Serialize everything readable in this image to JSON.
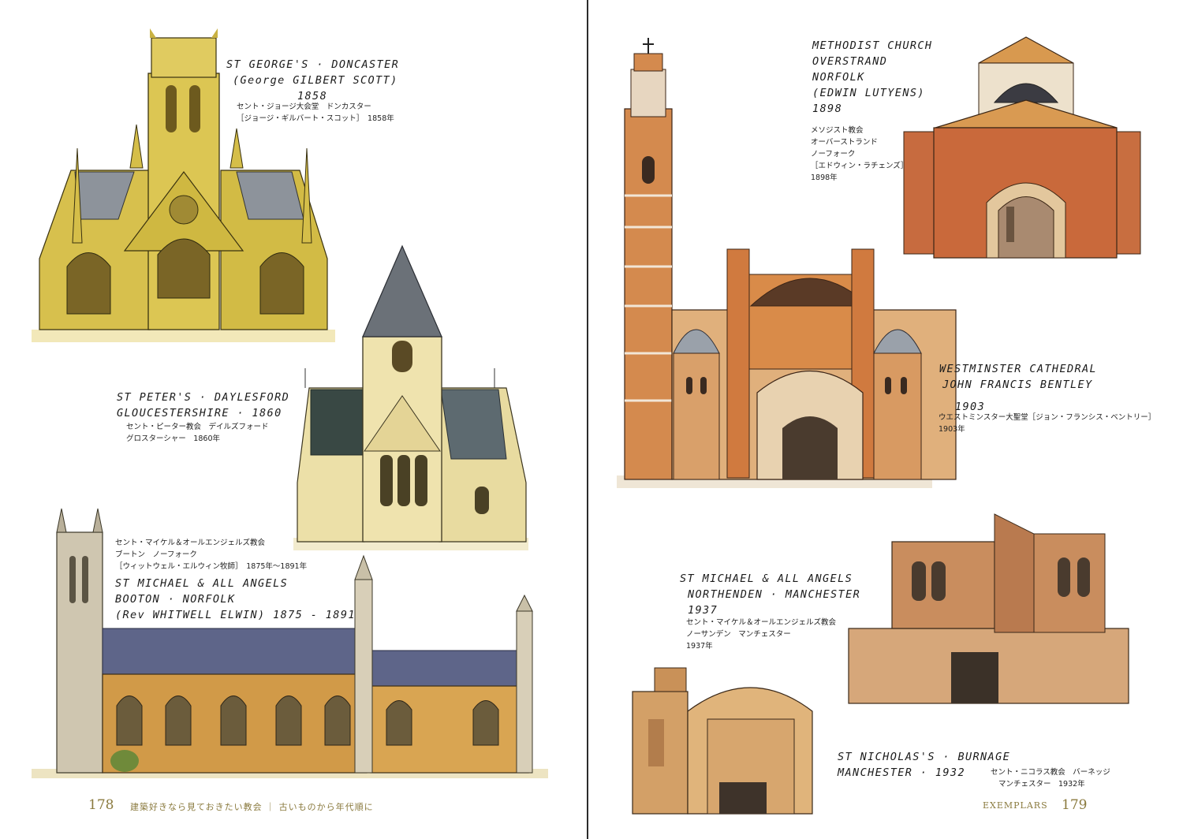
{
  "colors": {
    "folio": "#8a7a3e",
    "gutter": "#2b2b2b",
    "ink": "#1b1b1b"
  },
  "left_page": {
    "folio_number": "178",
    "running_head": "建築好きなら見ておきたい教会 ｜ 古いものから年代順に",
    "captions": {
      "st_george": {
        "hand": [
          "ST GEORGE'S · DONCASTER",
          "(George GILBERT SCOTT)",
          "1858"
        ],
        "jp": [
          "セント・ジョージ大会堂　ドンカスター",
          "［ジョージ・ギルバート・スコット］　1858年"
        ]
      },
      "st_peter": {
        "hand": [
          "ST PETER'S · DAYLESFORD",
          "GLOUCESTERSHIRE · 1860"
        ],
        "jp": [
          "セント・ピーター教会　デイルズフォード",
          "グロスターシャー　1860年"
        ]
      },
      "st_michael_booton": {
        "jp": [
          "セント・マイケル＆オールエンジェルズ教会",
          "ブートン　ノーフォーク",
          "［ウィットウェル・エルウィン牧師］　1875年～1891年"
        ],
        "hand": [
          "ST MICHAEL & ALL ANGELS",
          "BOOTON · NORFOLK",
          "(Rev WHITWELL ELWIN) 1875 - 1891"
        ]
      }
    }
  },
  "right_page": {
    "folio_number": "179",
    "running_head": "EXEMPLARS",
    "captions": {
      "methodist": {
        "hand": [
          "METHODIST CHURCH",
          "OVERSTRAND",
          "NORFOLK",
          "(EDWIN LUTYENS)",
          "1898"
        ],
        "jp": [
          "メソジスト教会",
          "オーバーストランド",
          "ノーフォーク",
          "［エドウィン・ラチェンズ］",
          "1898年"
        ]
      },
      "westminster": {
        "hand": [
          "WESTMINSTER CATHEDRAL",
          "JOHN FRANCIS BENTLEY",
          "1903"
        ],
        "jp": [
          "ウエストミンスター大聖堂［ジョン・フランシス・ベントリー］",
          "1903年"
        ]
      },
      "st_michael_northenden": {
        "hand": [
          "ST MICHAEL & ALL ANGELS",
          "NORTHENDEN · MANCHESTER",
          "1937"
        ],
        "jp": [
          "セント・マイケル＆オールエンジェルズ教会",
          "ノーサンデン　マンチェスター",
          "1937年"
        ]
      },
      "st_nicholas": {
        "hand": [
          "ST NICHOLAS'S · BURNAGE",
          "MANCHESTER · 1932"
        ],
        "jp": [
          "セント・ニコラス教会　バーネッジ",
          "マンチェスター　1932年"
        ]
      }
    }
  }
}
